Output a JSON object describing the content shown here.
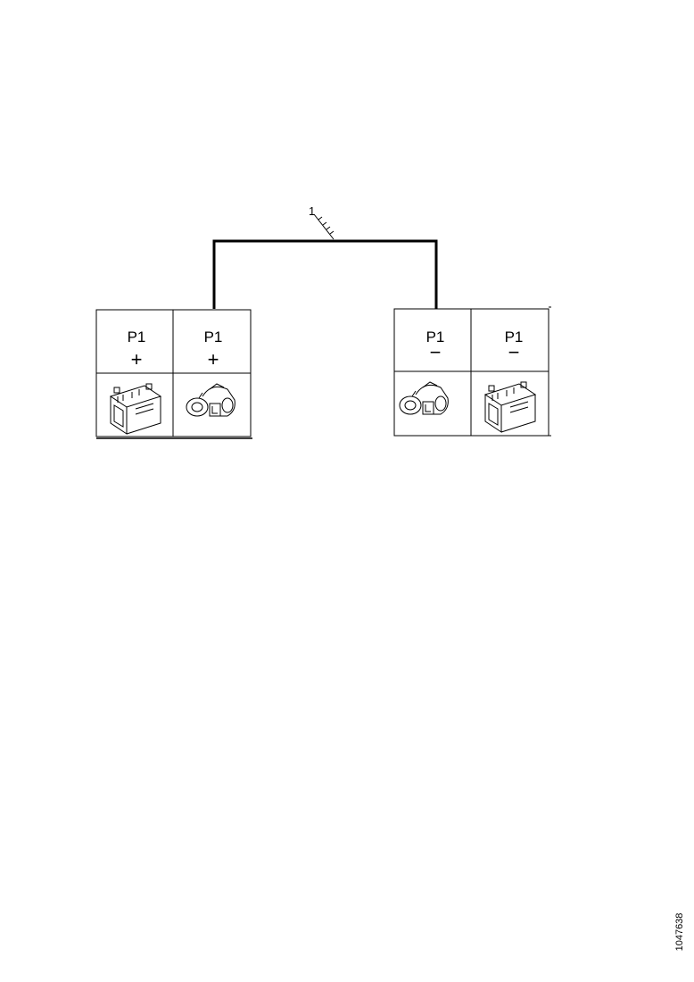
{
  "diagram": {
    "callout": "1",
    "reference": "1047638",
    "connectors": [
      {
        "label": "P1",
        "sign": "+",
        "component": "battery-icon"
      },
      {
        "label": "P1",
        "sign": "+",
        "component": "starter-motor-icon"
      },
      {
        "label": "P1",
        "sign": "−",
        "component": "starter-motor-icon"
      },
      {
        "label": "P1",
        "sign": "−",
        "component": "battery-icon"
      }
    ]
  }
}
